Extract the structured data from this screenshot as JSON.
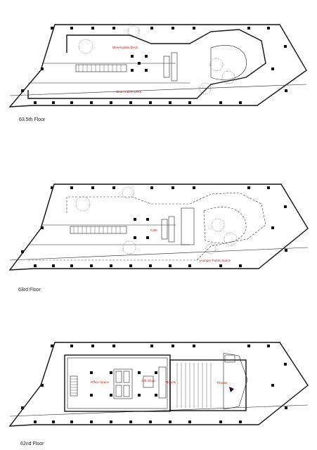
{
  "floors": [
    {
      "title": "63.5th Floor",
      "labels": [
        "Observation Deck",
        "Observation Deck"
      ]
    },
    {
      "title": "63rd Floor",
      "labels": [
        "Cafe",
        "Lounge/ Public Space"
      ]
    },
    {
      "title": "62nd Floor",
      "labels": [
        "Office Space",
        "Gift Shop",
        "Tickets",
        "Theater"
      ]
    }
  ],
  "colors": {
    "line": "#111111",
    "label_red": "#d01a1a"
  }
}
